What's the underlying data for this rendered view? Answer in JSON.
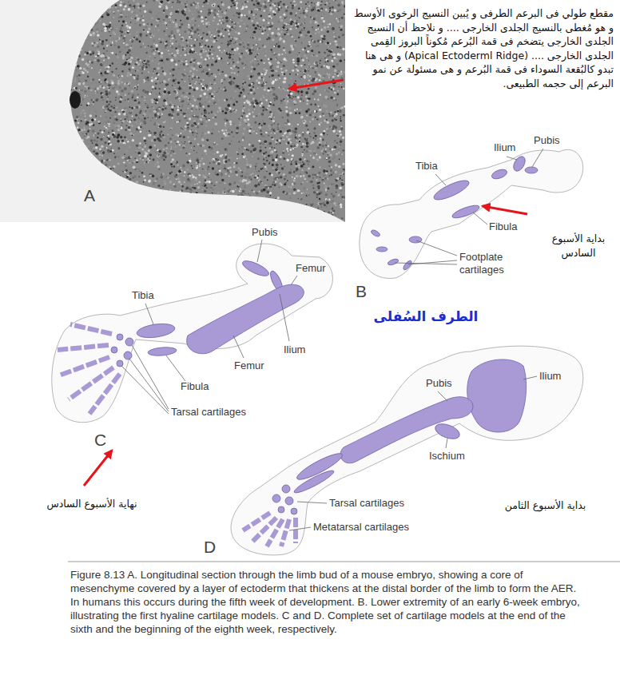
{
  "diagram": {
    "title": "الطرف السُفلى",
    "caption": "Figure 8.13 A. Longitudinal section through the limb bud of a mouse embryo, showing a core of mesenchyme covered by a layer of ectoderm that thickens at the distal border of the limb to form the AER. In humans this occurs during the fifth week of development. B. Lower extremity of an early 6-week embryo, illustrating the first hyaline cartilage models. C and D. Complete set of cartilage models at the end of the sixth and the beginning of the eighth week, respectively.",
    "labels": [
      "مقطع طولي فى البرعم الطرفى و يُبين النسيج الرخوى الأوسط و هو مُغطى بالنسيج الجلدى الخارجى .... و نلاحظ أن النسيج الجلدى الخارجى يتضخم فى قمة البُرعم مُكوناً البروز القِمى الجلدى الخارجى .... (Apical Ectoderml Ridge) و هى هنا تبدو كالبُقعة السوداء فى قمة البُرعم و هى مسئولة عن نمو البرعم إلى حجمه الطبيعى.",
      "A",
      "Ilium",
      "Pubis",
      "Tibia",
      "Fibula",
      "Footplate cartilages",
      "B",
      "بداية الأسبوع السادس",
      "Pubis",
      "Femur",
      "Tibia",
      "Ilium",
      "Femur",
      "Fibula",
      "Tarsal cartilages",
      "C",
      "نهاية الأسبوع السادس",
      "Pubis",
      "Ilium",
      "Ischium",
      "Tarsal cartilages",
      "Metatarsal cartilages",
      "D",
      "بداية الأسبوع الثامن"
    ]
  }
}
